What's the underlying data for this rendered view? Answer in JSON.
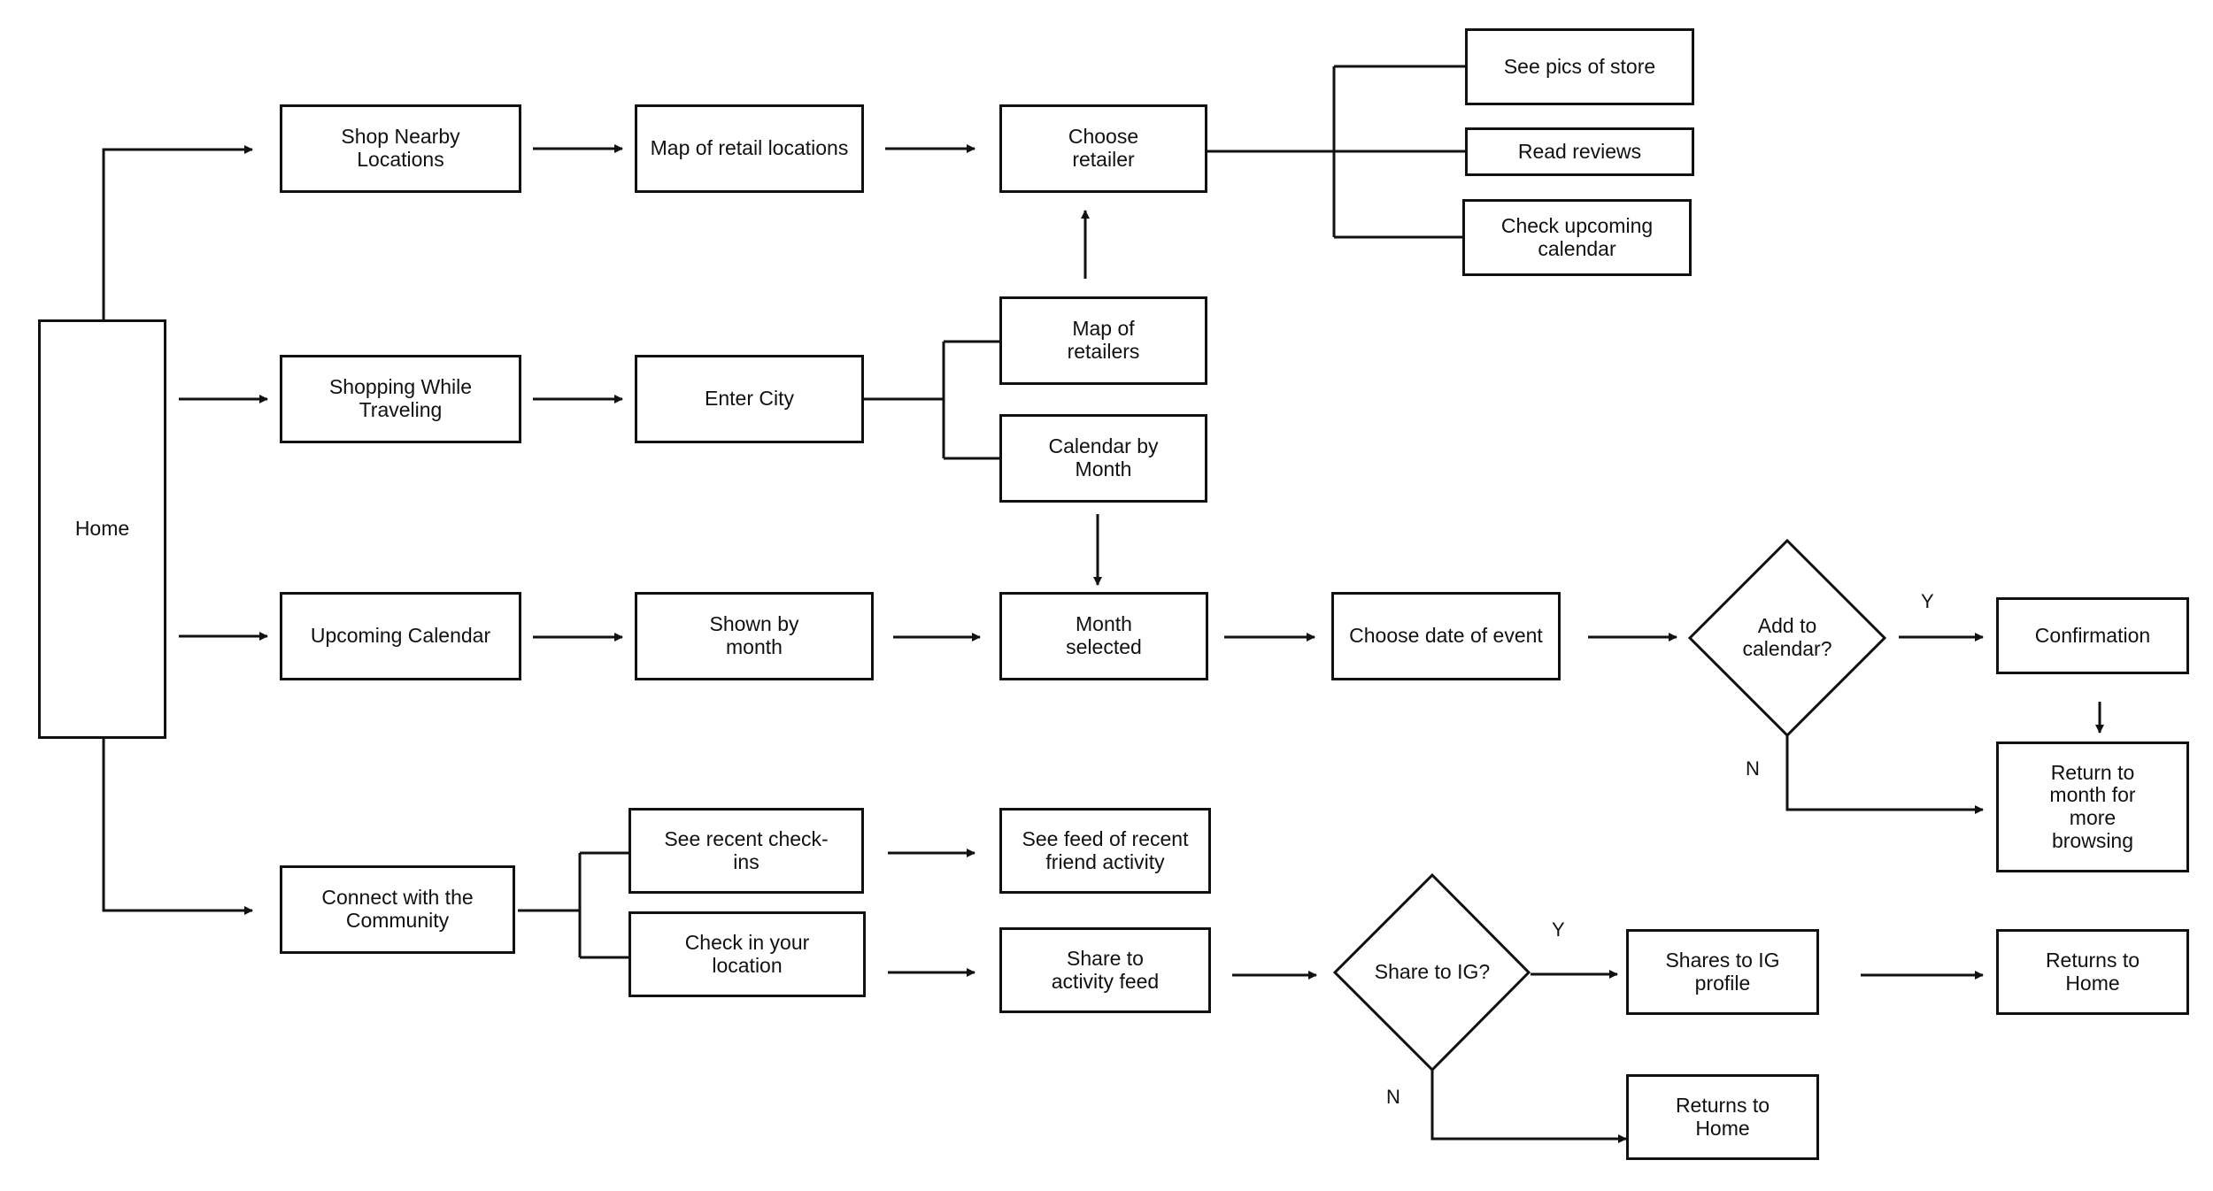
{
  "nodes": {
    "home": "Home",
    "shop_nearby": "Shop Nearby\nLocations",
    "map_retail": "Map of retail locations",
    "choose_retailer": "Choose\nretailer",
    "see_pics": "See pics of store",
    "read_reviews": "Read reviews",
    "check_calendar": "Check upcoming\ncalendar",
    "shopping_traveling": "Shopping While\nTraveling",
    "enter_city": "Enter City",
    "map_retailers": "Map of\nretailers",
    "calendar_month": "Calendar by\nMonth",
    "upcoming_calendar": "Upcoming Calendar",
    "shown_by_month": "Shown by\nmonth",
    "month_selected": "Month\nselected",
    "choose_date": "Choose date of event",
    "add_to_calendar": "Add to\ncalendar?",
    "confirmation": "Confirmation",
    "return_month": "Return to\nmonth for\nmore\nbrowsing",
    "connect_community": "Connect with the\nCommunity",
    "see_checkins": "See recent check-\nins",
    "check_in": "Check in your\nlocation",
    "see_feed": "See feed of recent\nfriend activity",
    "share_feed": "Share to\nactivity feed",
    "share_ig": "Share to IG?",
    "shares_ig_profile": "Shares to IG\nprofile",
    "returns_home_1": "Returns to\nHome",
    "returns_home_2": "Returns to\nHome"
  },
  "edge_labels": {
    "calendar_yes": "Y",
    "calendar_no": "N",
    "ig_yes": "Y",
    "ig_no": "N"
  }
}
